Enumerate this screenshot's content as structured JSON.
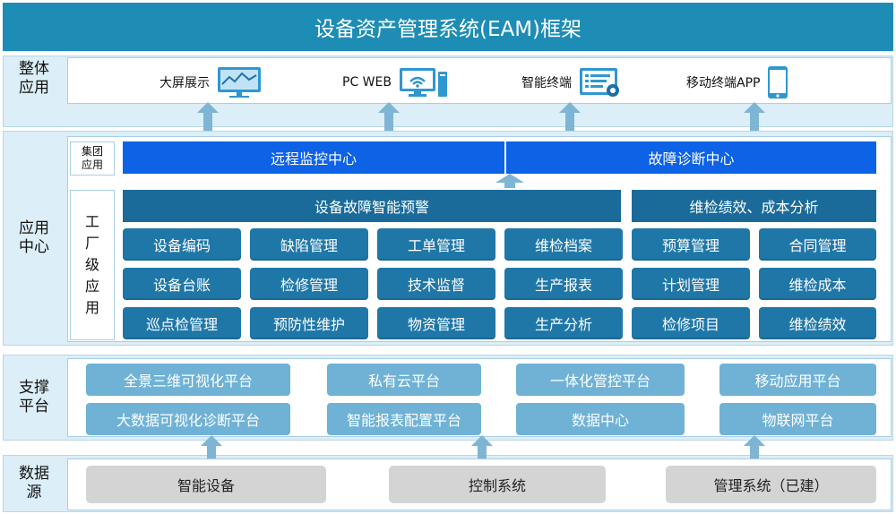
{
  "title": "设备资产管理系统(EAM)框架",
  "rows": {
    "top": "整体\n应用",
    "app": "应用\n中心",
    "support": "支撑\n平台",
    "data": "数据\n源"
  },
  "top_items": [
    {
      "label": "大屏展示",
      "icon": "large-screen-icon"
    },
    {
      "label": "PC WEB",
      "icon": "pc-icon"
    },
    {
      "label": "智能终端",
      "icon": "smart-terminal-icon"
    },
    {
      "label": "移动终端APP",
      "icon": "mobile-icon"
    }
  ],
  "group": {
    "label": "集团\n应用",
    "bars": [
      "远程监控中心",
      "故障诊断中心"
    ]
  },
  "factory": {
    "label": [
      "工",
      "厂",
      "级",
      "应",
      "用"
    ],
    "headers": [
      "设备故障智能预警",
      "维检绩效、成本分析"
    ],
    "grid": [
      [
        "设备编码",
        "缺陷管理",
        "工单管理",
        "维检档案",
        "预算管理",
        "合同管理"
      ],
      [
        "设备台账",
        "检修管理",
        "技术监督",
        "生产报表",
        "计划管理",
        "维检成本"
      ],
      [
        "巡点检管理",
        "预防性维护",
        "物资管理",
        "生产分析",
        "检修项目",
        "维检绩效"
      ]
    ]
  },
  "support": {
    "row1": [
      "全景三维可视化平台",
      "私有云平台",
      "一体化管控平台",
      "移动应用平台"
    ],
    "row2": [
      "大数据可视化诊断平台",
      "智能报表配置平台",
      "数据中心",
      "物联网平台"
    ]
  },
  "data_sources": [
    "智能设备",
    "控制系统",
    "管理系统（已建）"
  ],
  "colors": {
    "title_bg": "#1e8db5",
    "row_bg": "#dceef7",
    "blue_bar": "#0d62e6",
    "dark_button": "#1f77a8",
    "light_button": "#6fb2d6",
    "gray_button": "#d4d4d4",
    "arrow": "#7fb5d4"
  }
}
